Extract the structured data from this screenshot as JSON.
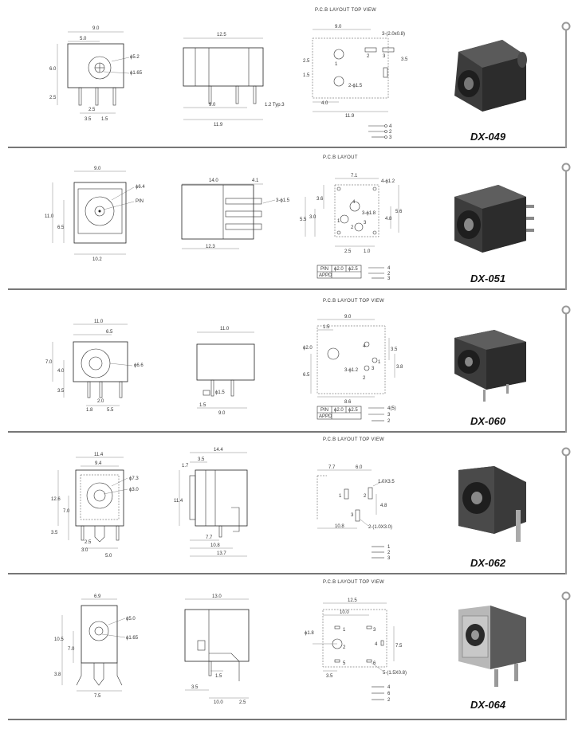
{
  "rows": [
    {
      "model": "DX-049",
      "pcb_title": "P.C.B LAYOUT    TOP VIEW",
      "front": [
        "9.0",
        "5.0",
        "6.0",
        "2.5",
        "2.5",
        "3.5",
        "1.5",
        "ϕ5.2",
        "ϕ1.65"
      ],
      "side": [
        "12.5",
        "9.0",
        "11.9",
        "1.2 Typ.3"
      ],
      "pcb": [
        "9.0",
        "3-(2.0x0.8)",
        "1.5",
        "2.5",
        "3.5",
        "2-ϕ1.5",
        "4.0",
        "11.9",
        "1",
        "2",
        "3"
      ],
      "legend": [
        "4",
        "2",
        "3"
      ]
    },
    {
      "model": "DX-051",
      "pcb_title": "P.C.B LAYOUT",
      "front": [
        "9.0",
        "ϕ6.4",
        "PIN",
        "11.0",
        "6.5",
        "10.2"
      ],
      "side": [
        "14.0",
        "4.1",
        "3-ϕ1.5",
        "12.3"
      ],
      "pcb": [
        "7.1",
        "4-ϕ1.2",
        "3.6",
        "3.0",
        "5.5",
        "3-ϕ1.8",
        "4.8",
        "5.6",
        "2.5",
        "1.0",
        "4",
        "1",
        "2",
        "3"
      ],
      "table": {
        "c1": "PIN",
        "c2": "ϕ2.0",
        "c3": "ϕ2.5",
        "c4": "APPD"
      },
      "legend": [
        "4",
        "2",
        "3"
      ]
    },
    {
      "model": "DX-060",
      "pcb_title": "P.C.B LAYOUT    TOP VIEW",
      "front": [
        "11.0",
        "6.5",
        "7.0",
        "4.0",
        "3.5",
        "ϕ6.6",
        "1.8",
        "2.0",
        "5.5"
      ],
      "side": [
        "11.0",
        "ϕ1.5",
        "1.5",
        "9.0"
      ],
      "pcb": [
        "9.0",
        "1.5",
        "ϕ2.0",
        "3.5",
        "6.5",
        "3-ϕ1.2",
        "3.8",
        "8.6",
        "4",
        "1",
        "2",
        "3"
      ],
      "table": {
        "c1": "PIN",
        "c2": "ϕ2.0",
        "c3": "ϕ2.5",
        "c4": "APPD"
      },
      "legend": [
        "4(5)",
        "3",
        "2"
      ]
    },
    {
      "model": "DX-062",
      "pcb_title": "P.C.B LAYOUT    TOP VIEW",
      "front": [
        "11.4",
        "9.4",
        "ϕ7.3",
        "ϕ3.0",
        "12.6",
        "7.0",
        "3.5",
        "2.5",
        "3.0",
        "5.0"
      ],
      "side": [
        "14.4",
        "3.5",
        "1.7",
        "11.4",
        "7.7",
        "10.8",
        "13.7"
      ],
      "pcb": [
        "7.7",
        "6.0",
        "1.0X3.5",
        "4.8",
        "10.8",
        "2-(1.0X3.0)",
        "1",
        "2",
        "3"
      ],
      "legend": [
        "1",
        "2",
        "3"
      ]
    },
    {
      "model": "DX-064",
      "pcb_title": "P.C.B LAYOUT    TOP VIEW",
      "front": [
        "6.9",
        "ϕ5.0",
        "ϕ1.65",
        "10.5",
        "7.0",
        "3.8",
        "7.5"
      ],
      "side": [
        "13.0",
        "1.5",
        "3.5",
        "10.0",
        "2.5"
      ],
      "pcb": [
        "12.5",
        "10.0",
        "ϕ1.8",
        "7.5",
        "3.5",
        "5-(1.5X0.8)",
        "1",
        "2",
        "3",
        "4",
        "5",
        "6"
      ],
      "legend": [
        "4",
        "6",
        "2"
      ]
    }
  ],
  "colors": {
    "line": "#222222",
    "separator": "#777777",
    "photo": "#3a3a3a",
    "metal": "#b8b8b8"
  }
}
